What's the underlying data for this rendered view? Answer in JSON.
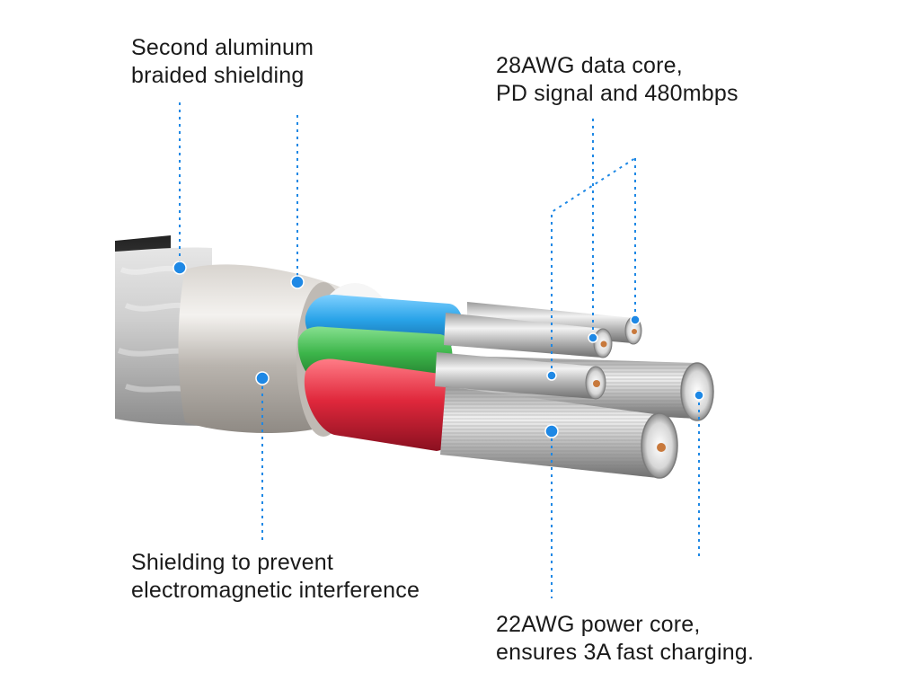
{
  "labels": {
    "braid_shielding": {
      "line1": "Second aluminum",
      "line2": "braided shielding"
    },
    "data_core": {
      "line1": "28AWG data core,",
      "line2": "PD signal and 480mbps"
    },
    "emi_shielding": {
      "line1": "Shielding to prevent",
      "line2": "electromagnetic interference"
    },
    "power_core": {
      "line1": "22AWG power core,",
      "line2": "ensures 3A fast charging."
    }
  },
  "colors": {
    "callout": "#1e88e5",
    "blue_insulation": "#29a3e8",
    "green_insulation": "#3cb54a",
    "red_insulation": "#e0283c",
    "foil": "#c9c9c9",
    "copper": "#c8793c"
  }
}
